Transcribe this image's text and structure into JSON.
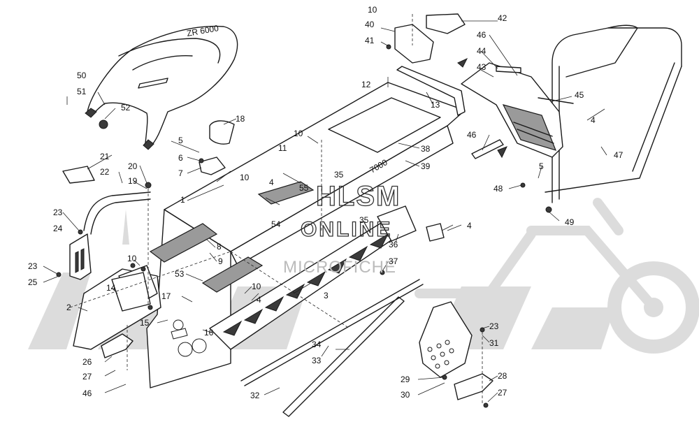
{
  "watermark": {
    "line1": "HLSM",
    "line2": "ONLINE",
    "line3": "MICROFICHE"
  },
  "decal": {
    "seat": "ZR 6000",
    "tunnel": "7000"
  },
  "callouts": [
    {
      "id": "c1",
      "text": "1"
    },
    {
      "id": "c2",
      "text": "2"
    },
    {
      "id": "c3",
      "text": "3"
    },
    {
      "id": "c4a",
      "text": "4"
    },
    {
      "id": "c4b",
      "text": "4"
    },
    {
      "id": "c4c",
      "text": "4"
    },
    {
      "id": "c4d",
      "text": "4"
    },
    {
      "id": "c5a",
      "text": "5"
    },
    {
      "id": "c5b",
      "text": "5"
    },
    {
      "id": "c6",
      "text": "6"
    },
    {
      "id": "c7",
      "text": "7"
    },
    {
      "id": "c8",
      "text": "8"
    },
    {
      "id": "c9",
      "text": "9"
    },
    {
      "id": "c10a",
      "text": "10"
    },
    {
      "id": "c10b",
      "text": "10"
    },
    {
      "id": "c10c",
      "text": "10"
    },
    {
      "id": "c10d",
      "text": "10"
    },
    {
      "id": "c10e",
      "text": "10"
    },
    {
      "id": "c11",
      "text": "11"
    },
    {
      "id": "c12",
      "text": "12"
    },
    {
      "id": "c13",
      "text": "13"
    },
    {
      "id": "c14",
      "text": "14"
    },
    {
      "id": "c15",
      "text": "15"
    },
    {
      "id": "c16",
      "text": "16"
    },
    {
      "id": "c17",
      "text": "17"
    },
    {
      "id": "c18",
      "text": "18"
    },
    {
      "id": "c19",
      "text": "19"
    },
    {
      "id": "c20",
      "text": "20"
    },
    {
      "id": "c21",
      "text": "21"
    },
    {
      "id": "c22",
      "text": "22"
    },
    {
      "id": "c23a",
      "text": "23"
    },
    {
      "id": "c23b",
      "text": "23"
    },
    {
      "id": "c23c",
      "text": "23"
    },
    {
      "id": "c24",
      "text": "24"
    },
    {
      "id": "c25",
      "text": "25"
    },
    {
      "id": "c26",
      "text": "26"
    },
    {
      "id": "c27a",
      "text": "27"
    },
    {
      "id": "c27b",
      "text": "27"
    },
    {
      "id": "c28",
      "text": "28"
    },
    {
      "id": "c29",
      "text": "29"
    },
    {
      "id": "c30",
      "text": "30"
    },
    {
      "id": "c31",
      "text": "31"
    },
    {
      "id": "c32",
      "text": "32"
    },
    {
      "id": "c33",
      "text": "33"
    },
    {
      "id": "c34",
      "text": "34"
    },
    {
      "id": "c35a",
      "text": "35"
    },
    {
      "id": "c35b",
      "text": "35"
    },
    {
      "id": "c36",
      "text": "36"
    },
    {
      "id": "c37",
      "text": "37"
    },
    {
      "id": "c38",
      "text": "38"
    },
    {
      "id": "c39",
      "text": "39"
    },
    {
      "id": "c40",
      "text": "40"
    },
    {
      "id": "c41",
      "text": "41"
    },
    {
      "id": "c42",
      "text": "42"
    },
    {
      "id": "c43",
      "text": "43"
    },
    {
      "id": "c44",
      "text": "44"
    },
    {
      "id": "c45",
      "text": "45"
    },
    {
      "id": "c46a",
      "text": "46"
    },
    {
      "id": "c46b",
      "text": "46"
    },
    {
      "id": "c46c",
      "text": "46"
    },
    {
      "id": "c47",
      "text": "47"
    },
    {
      "id": "c48",
      "text": "48"
    },
    {
      "id": "c49",
      "text": "49"
    },
    {
      "id": "c50",
      "text": "50"
    },
    {
      "id": "c51",
      "text": "51"
    },
    {
      "id": "c52",
      "text": "52"
    },
    {
      "id": "c53",
      "text": "53"
    },
    {
      "id": "c54",
      "text": "54"
    },
    {
      "id": "c55",
      "text": "55"
    }
  ]
}
